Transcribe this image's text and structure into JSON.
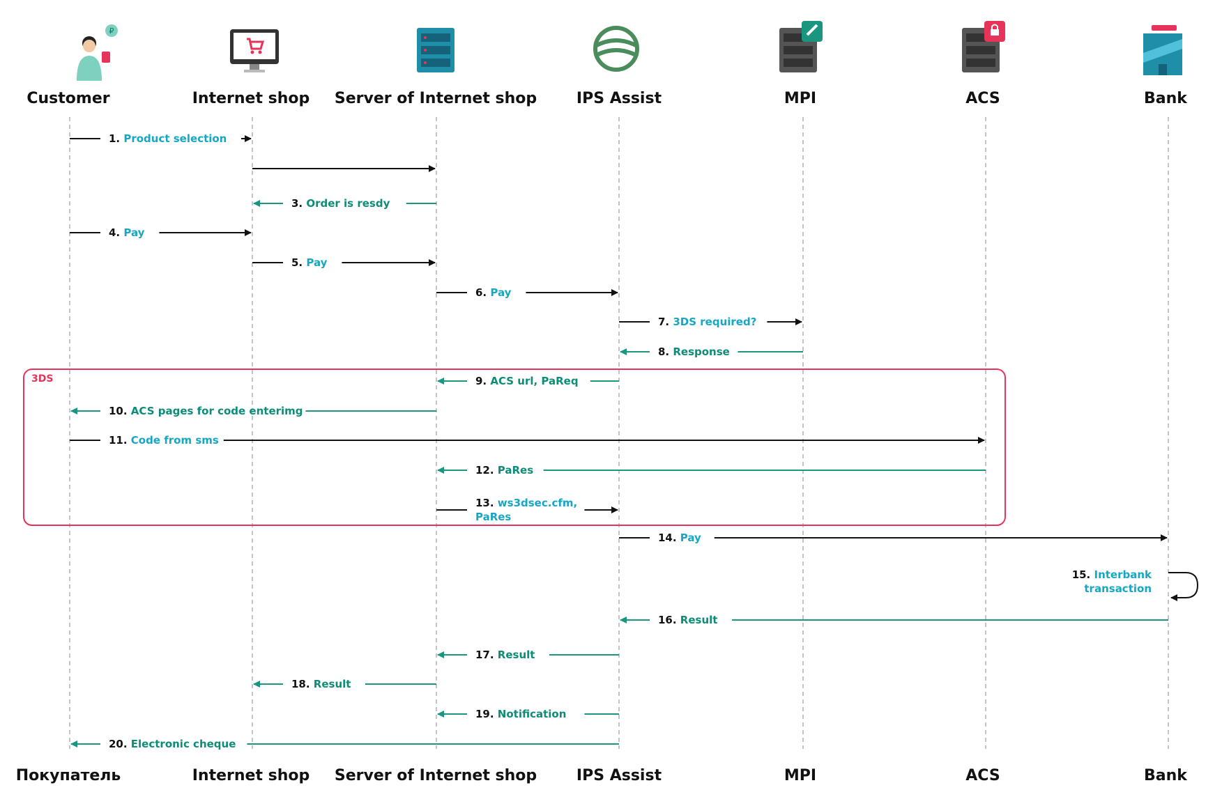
{
  "actors": [
    {
      "key": "customer",
      "top": "Customer",
      "bottom": "Покупатель",
      "icon": "customer-icon"
    },
    {
      "key": "internet-shop",
      "top": "Internet shop",
      "bottom": "Internet shop",
      "icon": "internet-shop-icon"
    },
    {
      "key": "server",
      "top": "Server of Internet shop",
      "bottom": "Server of Internet shop",
      "icon": "server-icon"
    },
    {
      "key": "ips-assist",
      "top": "IPS Assist",
      "bottom": "IPS Assist",
      "icon": "ips-assist-logo-icon"
    },
    {
      "key": "mpi",
      "top": "MPI",
      "bottom": "MPI",
      "icon": "mpi-server-icon"
    },
    {
      "key": "acs",
      "top": "ACS",
      "bottom": "ACS",
      "icon": "acs-server-lock-icon"
    },
    {
      "key": "bank",
      "top": "Bank",
      "bottom": "Bank",
      "icon": "bank-building-icon"
    }
  ],
  "group": {
    "label": "3DS",
    "color": "#e6335a",
    "from_message": 9,
    "to_message": 13
  },
  "messages": [
    {
      "n": "1.",
      "text": [
        "Product selection"
      ],
      "from": 0,
      "to": 1,
      "kind": "request"
    },
    {
      "n": "",
      "text": [],
      "from": 1,
      "to": 2,
      "kind": "request"
    },
    {
      "n": "3.",
      "text": [
        "Order is resdy"
      ],
      "from": 2,
      "to": 1,
      "kind": "response"
    },
    {
      "n": "4.",
      "text": [
        "Pay"
      ],
      "from": 0,
      "to": 1,
      "kind": "request"
    },
    {
      "n": "5.",
      "text": [
        "Pay"
      ],
      "from": 1,
      "to": 2,
      "kind": "request"
    },
    {
      "n": "6.",
      "text": [
        "Pay"
      ],
      "from": 2,
      "to": 3,
      "kind": "request"
    },
    {
      "n": "7.",
      "text": [
        "3DS required?"
      ],
      "from": 3,
      "to": 4,
      "kind": "request"
    },
    {
      "n": "8.",
      "text": [
        "Response"
      ],
      "from": 4,
      "to": 3,
      "kind": "response"
    },
    {
      "n": "9.",
      "text": [
        "ACS url, PaReq"
      ],
      "from": 3,
      "to": 2,
      "kind": "response"
    },
    {
      "n": "10.",
      "text": [
        "ACS pages for code enterimg"
      ],
      "from": 2,
      "to": 0,
      "kind": "response"
    },
    {
      "n": "11.",
      "text": [
        "Code from sms"
      ],
      "from": 0,
      "to": 5,
      "kind": "request"
    },
    {
      "n": "12.",
      "text": [
        "PaRes"
      ],
      "from": 5,
      "to": 2,
      "kind": "response"
    },
    {
      "n": "13.",
      "text": [
        "ws3dsec.cfm,",
        "PaRes"
      ],
      "from": 2,
      "to": 3,
      "kind": "request"
    },
    {
      "n": "14.",
      "text": [
        "Pay"
      ],
      "from": 3,
      "to": 6,
      "kind": "request"
    },
    {
      "n": "15.",
      "text": [
        "Interbank",
        "transaction"
      ],
      "from": 6,
      "to": 6,
      "kind": "self"
    },
    {
      "n": "16.",
      "text": [
        "Result"
      ],
      "from": 6,
      "to": 3,
      "kind": "response"
    },
    {
      "n": "17.",
      "text": [
        "Result"
      ],
      "from": 3,
      "to": 2,
      "kind": "response"
    },
    {
      "n": "18.",
      "text": [
        "Result"
      ],
      "from": 2,
      "to": 1,
      "kind": "response"
    },
    {
      "n": "19.",
      "text": [
        "Notification"
      ],
      "from": 3,
      "to": 2,
      "kind": "response"
    },
    {
      "n": "20.",
      "text": [
        "Electronic cheque"
      ],
      "from": 3,
      "to": 0,
      "kind": "response"
    }
  ],
  "colors": {
    "request_line": "#111111",
    "response_line": "#1a9680",
    "request_text": "#16a7c4",
    "response_text": "#0e8c77",
    "number": "#111111",
    "lifeline": "#b0b0b0",
    "group": "#e6335a"
  }
}
